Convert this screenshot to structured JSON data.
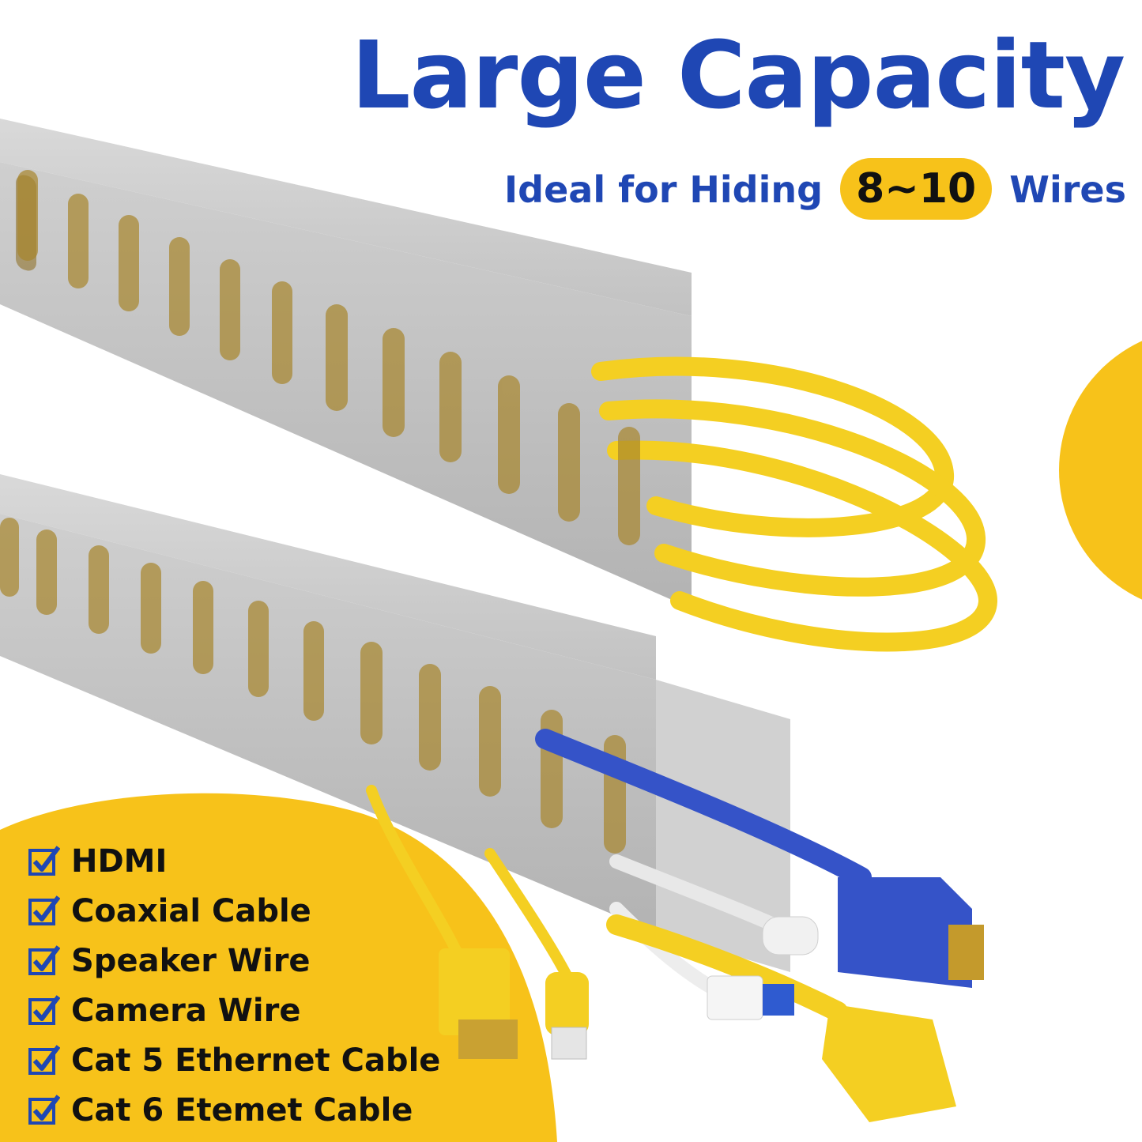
{
  "header": {
    "title": "Large Capacity",
    "subtitle_before": "Ideal for Hiding",
    "subtitle_highlight": "8~10",
    "subtitle_after": "Wires"
  },
  "cable_types": [
    "HDMI",
    "Coaxial Cable",
    "Speaker Wire",
    "Camera Wire",
    "Cat 5 Ethernet Cable",
    "Cat 6 Etemet Cable"
  ],
  "colors": {
    "brand_blue": "#1f47b4",
    "accent_yellow": "#f7c21a",
    "duct_gray": "#c9c9c9",
    "cable_yellow": "#f4cf22",
    "cable_blue": "#3553c8"
  },
  "icons": {
    "check": "checkbox-check-icon"
  }
}
